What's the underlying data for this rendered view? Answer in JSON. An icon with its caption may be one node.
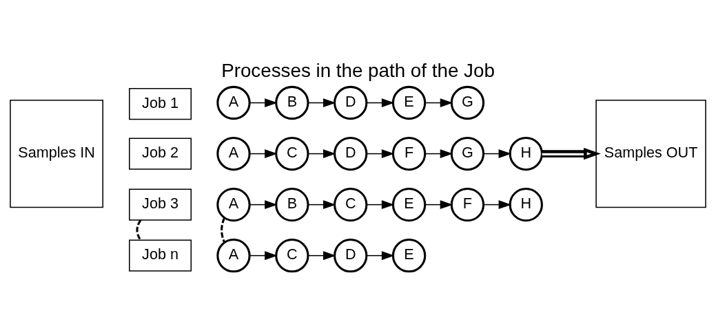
{
  "diagram": {
    "title": "Processes in the path of the Job",
    "nodes": [
      {
        "text": [
          "Samples IN"
        ]
      },
      {
        "text": [
          "Job 1"
        ]
      },
      {
        "text": [
          "Job 2"
        ]
      },
      {
        "text": [
          "Job 3"
        ]
      },
      {
        "text": [
          "Job n"
        ]
      },
      {
        "text": [
          "A"
        ]
      },
      {
        "text": [
          "B"
        ]
      },
      {
        "text": [
          "D"
        ]
      },
      {
        "text": [
          "E"
        ]
      },
      {
        "text": [
          "G"
        ]
      },
      {
        "text": [
          "A"
        ]
      },
      {
        "text": [
          "C"
        ]
      },
      {
        "text": [
          "D"
        ]
      },
      {
        "text": [
          "F"
        ]
      },
      {
        "text": [
          "G"
        ]
      },
      {
        "text": [
          "H"
        ]
      },
      {
        "text": [
          "A"
        ]
      },
      {
        "text": [
          "B"
        ]
      },
      {
        "text": [
          "C"
        ]
      },
      {
        "text": [
          "E"
        ]
      },
      {
        "text": [
          "F"
        ]
      },
      {
        "text": [
          "H"
        ]
      },
      {
        "text": [
          "A"
        ]
      },
      {
        "text": [
          "C"
        ]
      },
      {
        "text": [
          "D"
        ]
      },
      {
        "text": [
          "E"
        ]
      },
      {
        "text": [
          "Samples OUT"
        ]
      }
    ],
    "edges": [
      {
        "from": 5,
        "to": 6,
        "arrow": "to"
      },
      {
        "from": 6,
        "to": 7,
        "arrow": "to"
      },
      {
        "from": 7,
        "to": 8,
        "arrow": "to"
      },
      {
        "from": 8,
        "to": 9,
        "arrow": "to"
      },
      {
        "from": 10,
        "to": 11,
        "arrow": "to"
      },
      {
        "from": 11,
        "to": 12,
        "arrow": "to"
      },
      {
        "from": 12,
        "to": 13,
        "arrow": "to"
      },
      {
        "from": 13,
        "to": 14,
        "arrow": "to"
      },
      {
        "from": 14,
        "to": 15,
        "arrow": "to"
      },
      {
        "from": 16,
        "to": 17,
        "arrow": "to"
      },
      {
        "from": 17,
        "to": 18,
        "arrow": "to"
      },
      {
        "from": 18,
        "to": 19,
        "arrow": "to"
      },
      {
        "from": 19,
        "to": 20,
        "arrow": "to"
      },
      {
        "from": 20,
        "to": 21,
        "arrow": "to"
      },
      {
        "from": 22,
        "to": 23,
        "arrow": "to"
      },
      {
        "from": 23,
        "to": 24,
        "arrow": "to"
      },
      {
        "from": 24,
        "to": 25,
        "arrow": "to"
      },
      {
        "from": 3,
        "to": 4,
        "arrow": "none",
        "style": "dashed"
      },
      {
        "from": 16,
        "to": 22,
        "arrow": "none",
        "style": "dashed"
      },
      {
        "from": 15,
        "to": 26,
        "arrow": "to",
        "style": "thick"
      }
    ]
  }
}
